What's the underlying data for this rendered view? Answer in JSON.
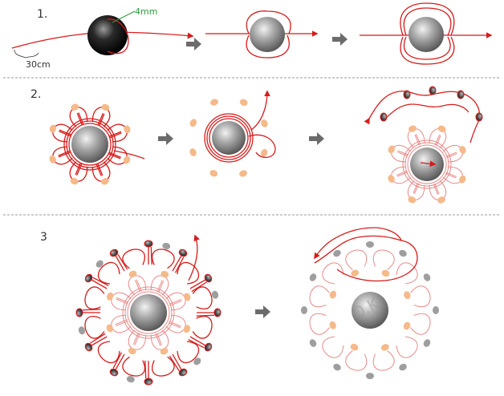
{
  "steps": {
    "step1_label": "1.",
    "step2_label": "2.",
    "step3_label": "3"
  },
  "annotations": {
    "bead_size": "4mm",
    "thread_length": "30cm",
    "watermark": "O.Ki"
  },
  "colors": {
    "thread": "#d81b1b",
    "thread_faint": "#e98a8a",
    "center_bead": "#8a8a8a",
    "small_bead_orange": "#f5b98a",
    "small_bead_gray": "#9e9e9e",
    "divider": "#9a9a9a",
    "arrow": "#6b6b6b"
  },
  "icons": {
    "step_arrow": "right-arrow-icon"
  }
}
